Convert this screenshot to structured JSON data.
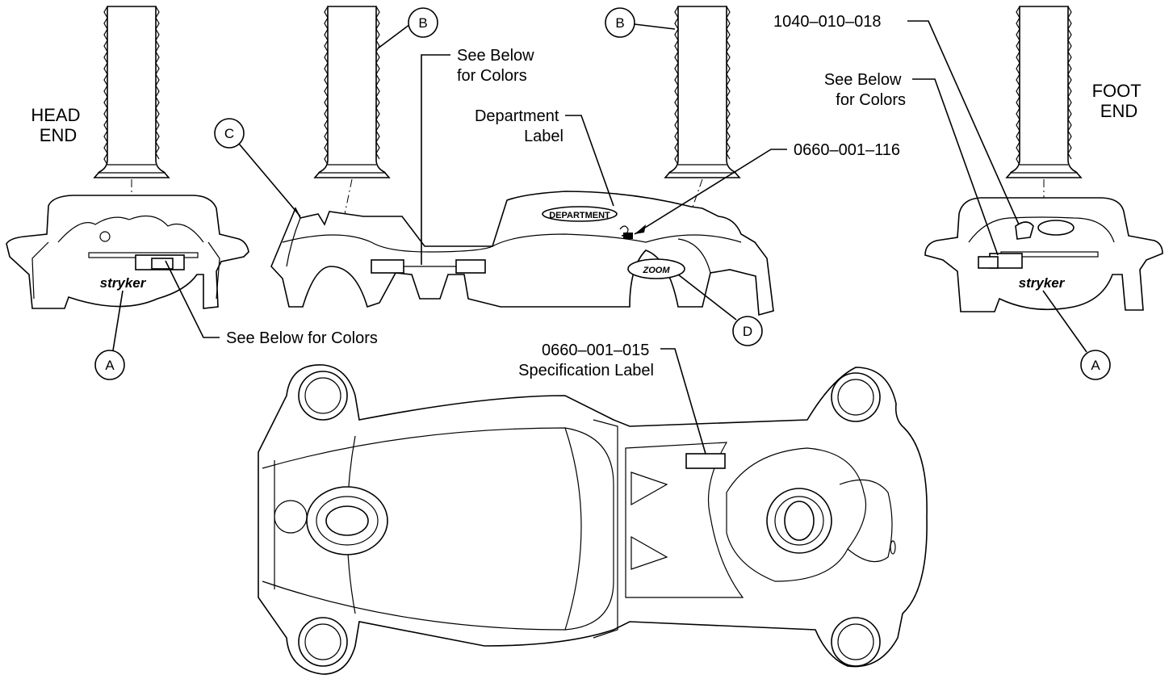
{
  "labels": {
    "head_end": [
      "HEAD",
      "END"
    ],
    "foot_end": [
      "FOOT",
      "END"
    ],
    "see_below_top": [
      "See Below",
      "for Colors"
    ],
    "see_below_right": [
      "See Below",
      "for Colors"
    ],
    "see_below_bottom": "See Below for Colors",
    "department_label": [
      "Department",
      "Label"
    ],
    "part_1040": "1040–010–018",
    "part_0660_116": "0660–001–116",
    "spec_label": [
      "0660–001–015",
      "Specification Label"
    ],
    "department_badge": "DEPARTMENT",
    "zoom_badge": "ZOOM",
    "logo": "stryker"
  },
  "callouts": {
    "A": "A",
    "B": "B",
    "C": "C",
    "D": "D"
  }
}
